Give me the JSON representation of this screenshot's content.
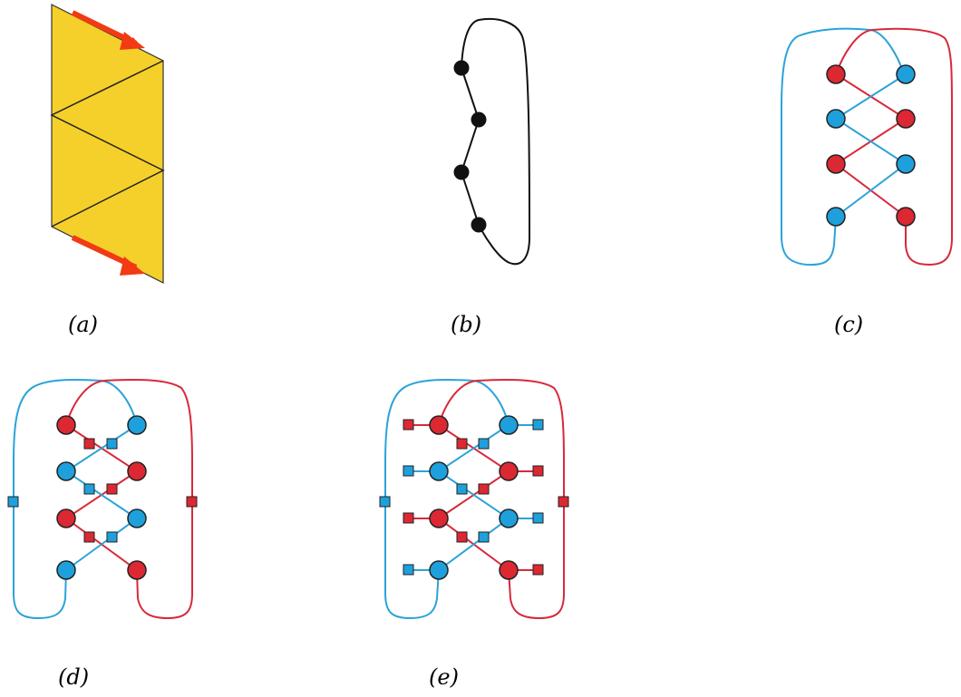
{
  "figure": {
    "panels": [
      {
        "id": "a",
        "caption": "(a)",
        "content": "strip of triangles with two arrows"
      },
      {
        "id": "b",
        "caption": "(b)",
        "content": "zigzag chain of four nodes closed by a loop"
      },
      {
        "id": "c",
        "caption": "(c)",
        "content": "two interlaced colored chains"
      },
      {
        "id": "d",
        "caption": "(d)",
        "content": "interlaced chains with square midpoints"
      },
      {
        "id": "e",
        "caption": "(e)",
        "content": "interlaced chains with square midpoints and side squares"
      }
    ]
  },
  "colors": {
    "yellow": "#f5d02a",
    "arrow": "#f23a14",
    "blue_line": "#2ba3d8",
    "red_line": "#d8293a",
    "blue_node": "#1ea0dc",
    "red_node": "#dc2832",
    "black_node": "#111111"
  }
}
